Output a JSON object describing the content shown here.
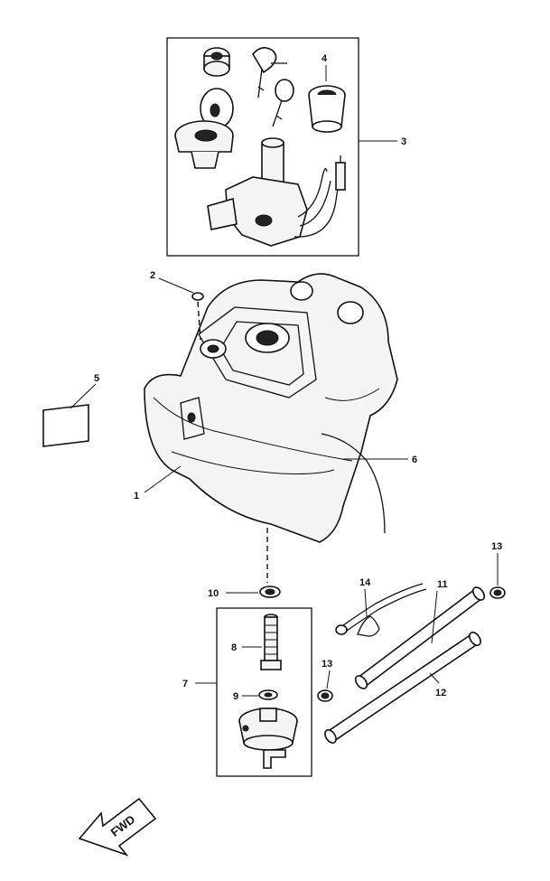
{
  "callouts": {
    "c1": "1",
    "c2": "2",
    "c3": "3",
    "c4": "4",
    "c5": "5",
    "c6": "6",
    "c7": "7",
    "c8": "8",
    "c9": "9",
    "c10": "10",
    "c11": "11",
    "c12": "12",
    "c13a": "13",
    "c13b": "13",
    "c14": "14"
  },
  "direction_label": "FWD"
}
